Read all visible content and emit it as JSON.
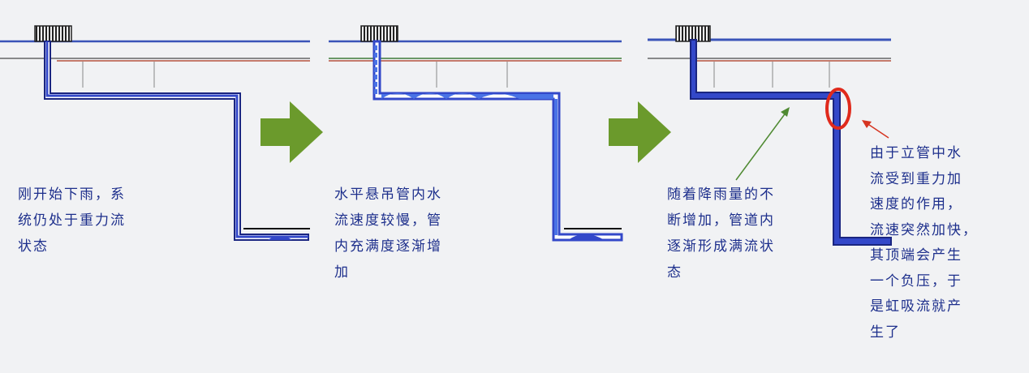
{
  "panels": [
    {
      "caption": [
        "刚开始下雨，系",
        "统仍处于重力流",
        "状态"
      ]
    },
    {
      "caption": [
        "水平悬吊管内水",
        "流速度较慢，管",
        "内充满度逐渐增",
        "加"
      ]
    },
    {
      "caption": [
        "随着降雨量的不",
        "断增加，管道内",
        "逐渐形成满流状",
        "态"
      ]
    },
    {
      "caption": [
        "由于立管中水",
        "流受到重力加",
        "速度的作用，",
        "流速突然加快，",
        "其顶端会产生",
        "一个负压，于",
        "是虹吸流就产",
        "生了"
      ]
    }
  ],
  "colors": {
    "pipe_fill": "#3348c9",
    "pipe_outline": "#1a2580",
    "water_light": "#4a73e6",
    "arrow_green": "#6b9a2c",
    "caption_text": "#1d2f8c",
    "roof_blue": "#3a54b8",
    "roof_red": "#b5533e",
    "roof_green": "#3f7a3a",
    "circle_red": "#e02a1c",
    "annot_arrow_red": "#d63420",
    "annot_arrow_green": "#4f8a32"
  },
  "icons": [
    "roof-drain-icon",
    "flow-arrow-icon"
  ]
}
